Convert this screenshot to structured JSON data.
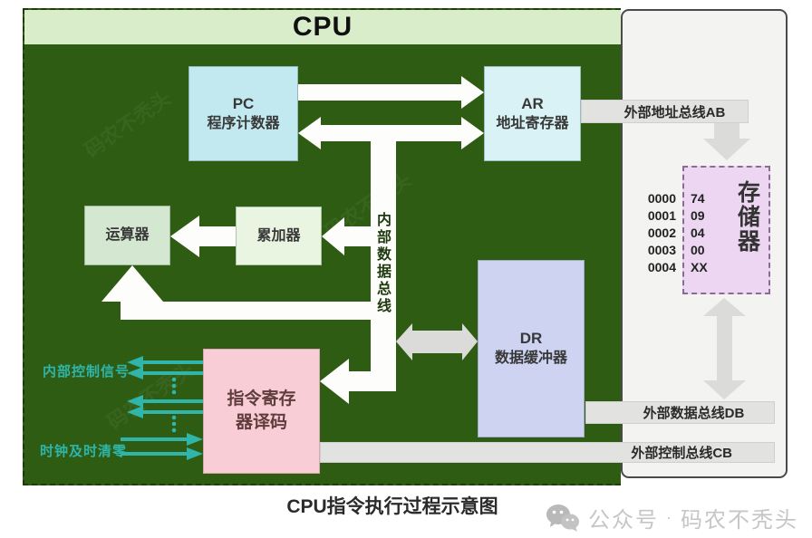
{
  "cpu": {
    "title": "CPU"
  },
  "blocks": {
    "pc": {
      "abbr": "PC",
      "label": "程序计数器"
    },
    "ar": {
      "abbr": "AR",
      "label": "地址寄存器"
    },
    "alu": {
      "label": "运算器"
    },
    "acc": {
      "label": "累加器"
    },
    "dr": {
      "abbr": "DR",
      "label": "数据缓冲器"
    },
    "decoder": {
      "label_line1": "指令寄存",
      "label_line2": "器译码"
    },
    "memory": {
      "label": "存储器"
    }
  },
  "buses": {
    "internal_data": "内部数据总线",
    "external_address": "外部地址总线AB",
    "external_data": "外部数据总线DB",
    "external_control": "外部控制总线CB"
  },
  "signals": {
    "internal_control": "内部控制信号",
    "clock_reset": "时钟及时清零"
  },
  "memory": {
    "rows": [
      {
        "addr": "0000",
        "value": "74"
      },
      {
        "addr": "0001",
        "value": "09"
      },
      {
        "addr": "0002",
        "value": "04"
      },
      {
        "addr": "0003",
        "value": "00"
      },
      {
        "addr": "0004",
        "value": "XX"
      }
    ]
  },
  "caption": "CPU指令执行过程示意图",
  "watermark": {
    "prefix": "公众号",
    "separator": "·",
    "name": "码农不秃头"
  },
  "colors": {
    "cpu_background": "#2f5c13",
    "cpu_header": "#d9edca",
    "pc_fill": "#c2e9f0",
    "ar_fill": "#d9f2f5",
    "alu_fill": "#d4e7d0",
    "acc_fill": "#e9f5e0",
    "dr_fill": "#cdd3f1",
    "decoder_fill": "#f9cdd5",
    "memory_fill": "#ecd6f2",
    "signal_teal": "#2fb5aa",
    "bus_gray": "#e2e2e0",
    "arrow_white": "#fdfdfb"
  }
}
